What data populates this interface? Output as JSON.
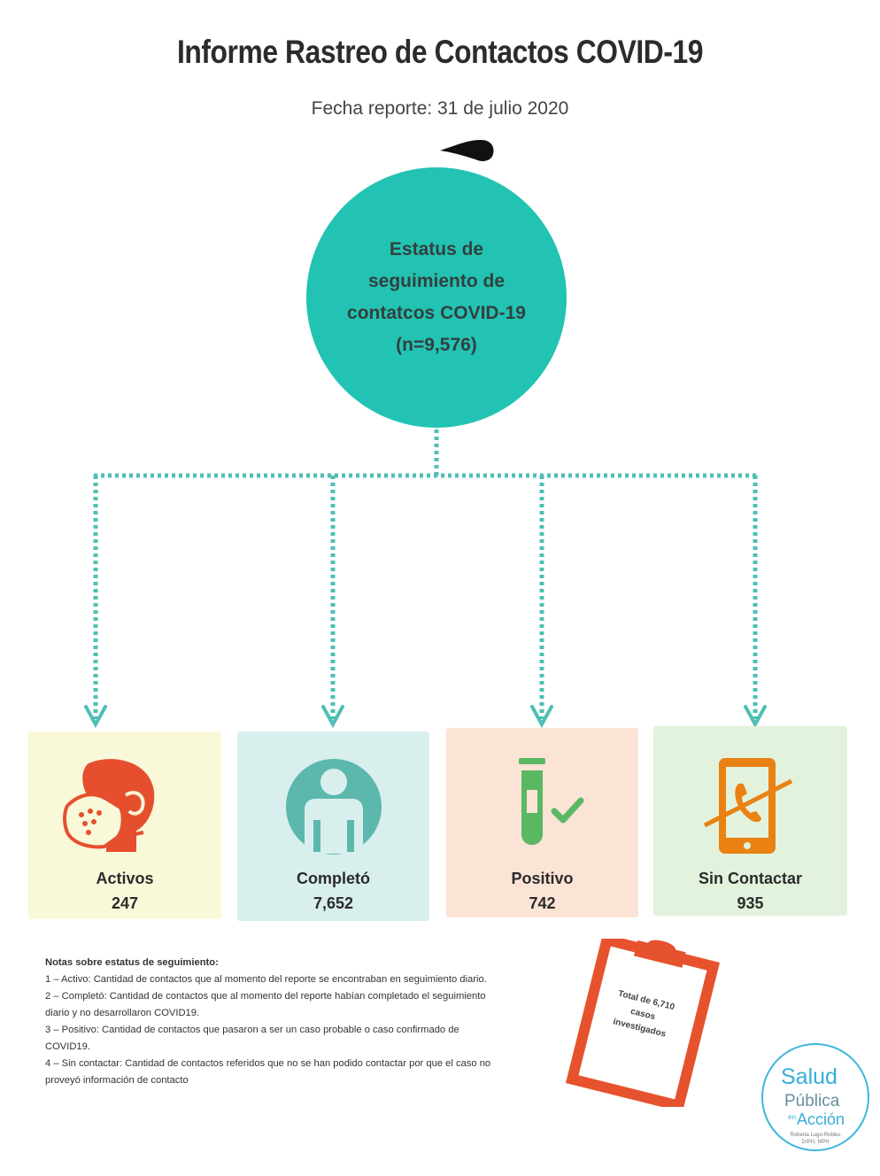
{
  "header": {
    "title": "Informe Rastreo de Contactos COVID-19",
    "report_date": "Fecha reporte: 31 de julio 2020"
  },
  "hub": {
    "line1": "Estatus de",
    "line2": "seguimiento de",
    "line3": "contatcos COVID-19",
    "line4": "(n=9,576)",
    "color": "#22c3b3"
  },
  "cards": [
    {
      "label": "Activos",
      "value": "247",
      "icon": "mask-face-icon",
      "bg": "#f9f8d9",
      "accent": "#e64f2e"
    },
    {
      "label": "Completó",
      "value": "7,652",
      "icon": "person-icon",
      "bg": "#d8efed",
      "accent": "#5cb8ad"
    },
    {
      "label": "Positivo",
      "value": "742",
      "icon": "test-tube-check-icon",
      "bg": "#fbe3d6",
      "accent": "#5ab862"
    },
    {
      "label": "Sin Contactar",
      "value": "935",
      "icon": "phone-crossed-icon",
      "bg": "#e2f2dc",
      "accent": "#e98212"
    }
  ],
  "notes": {
    "title": "Notas sobre estatus de seguimiento:",
    "items": [
      "1 – Activo: Cantidad de contactos que al momento del reporte se encontraban en seguimiento diario.",
      "2 – Completó: Cantidad de contactos que al momento del reporte habían completado el seguimiento diario y no desarrollaron COVID19.",
      "3 – Positivo: Cantidad de contactos que pasaron a ser un caso probable o caso confirmado de COVID19.",
      "4 – Sin contactar: Cantidad de contactos referidos que no se han podido contactar por que el caso no proveyó información de contacto"
    ]
  },
  "clipboard": {
    "line1": "Total de 6,710",
    "line2": "casos",
    "line3": "investigados",
    "color": "#e6522d"
  },
  "logo": {
    "line1": "Salud",
    "line2": "Pública",
    "small": "en",
    "line3": "Acción",
    "author": "Roberta Lugo-Robles",
    "degree": "DrPH, MPH"
  }
}
